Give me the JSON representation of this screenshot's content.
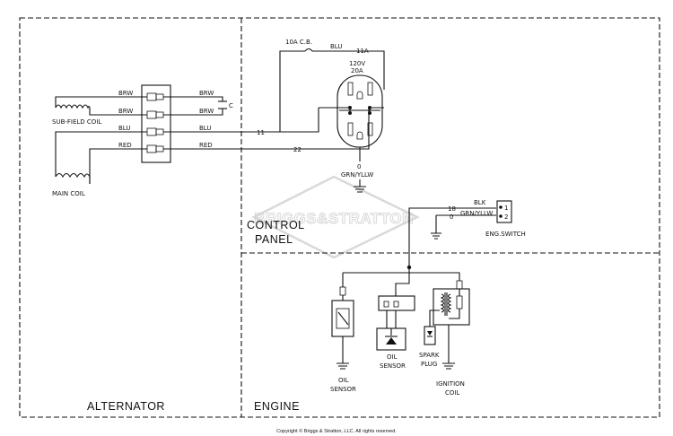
{
  "sections": {
    "alternator": "ALTERNATOR",
    "control_panel_line1": "CONTROL",
    "control_panel_line2": "PANEL",
    "engine": "ENGINE"
  },
  "alternator": {
    "wire_brw_1": "BRW",
    "wire_brw_2": "BRW",
    "wire_blu": "BLU",
    "wire_red": "RED",
    "sub_field_coil": "SUB-FIELD COIL",
    "main_coil": "MAIN COIL",
    "out_brw_1": "BRW",
    "out_brw_2": "BRW",
    "out_blu": "BLU",
    "out_red": "RED",
    "capacitor": "C",
    "wire_num_11": "11",
    "wire_num_22": "22"
  },
  "control_panel": {
    "breaker": "10A  C.B.",
    "breaker_wire": "BLU",
    "breaker_wire_num": "11A",
    "receptacle_voltage": "120V",
    "receptacle_amps": "20A",
    "ground_num": "0",
    "ground_wire": "GRN/YLLW",
    "switch_wire_18": "18",
    "switch_wire_0": "0",
    "switch_blk": "BLK",
    "switch_grn": "GRN/YLLW",
    "switch_pin_1": "1",
    "switch_pin_2": "2",
    "eng_switch": "ENG.SWITCH"
  },
  "engine": {
    "oil_sensor_left_1": "OIL",
    "oil_sensor_left_2": "SENSOR",
    "oil_sensor_mid_1": "OIL",
    "oil_sensor_mid_2": "SENSOR",
    "spark_plug_1": "SPARK",
    "spark_plug_2": "PLUG",
    "ignition_coil_1": "IGNITION",
    "ignition_coil_2": "COIL"
  },
  "watermark": "BRIGGS&STRATTON",
  "copyright": "Copyright © Briggs & Stratton, LLC. All rights reserved."
}
